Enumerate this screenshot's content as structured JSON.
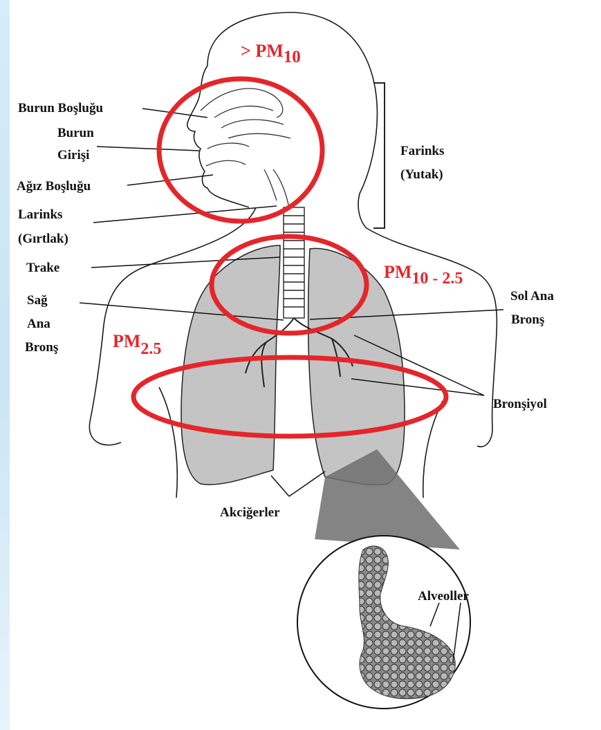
{
  "labels": {
    "burun_boslugu": "Burun Boşluğu",
    "burun_girisi_line1": "Burun",
    "burun_girisi_line2": "Girişi",
    "agiz_boslugu": "Ağız Boşluğu",
    "larinks_line1": "Larinks",
    "larinks_line2": "(Gırtlak)",
    "trake": "Trake",
    "sag_ana_bronc_line1": "Sağ",
    "sag_ana_bronc_line2": "Ana",
    "sag_ana_bronc_line3": "Bronş",
    "farinks_line1": "Farinks",
    "farinks_line2": "(Yutak)",
    "sol_ana_bronc_line1": "Sol Ana",
    "sol_ana_bronc_line2": "Bronş",
    "bronsiyol": "Bronşiyol",
    "akcigerler": "Akciğerler",
    "alveoller": "Alveoller"
  },
  "pm_zones": {
    "upper_prefix": "> PM",
    "upper_sub": "10",
    "middle_prefix": "PM",
    "middle_sub": "10 - 2.5",
    "lower_prefix": "PM",
    "lower_sub": "2.5"
  },
  "colors": {
    "zone_ring": "#e4262b",
    "outline": "#1a1a1a",
    "lung_fill": "#c4c4c4",
    "background": "#ffffff"
  }
}
